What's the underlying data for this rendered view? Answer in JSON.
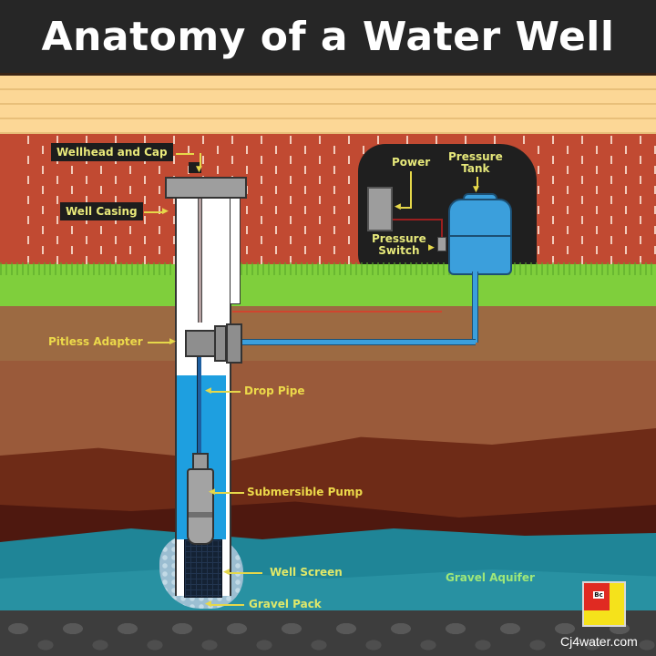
{
  "header": {
    "title": "Anatomy of a Water Well"
  },
  "labels": {
    "wellhead_and_cap": "Wellhead and Cap",
    "well_casing": "Well Casing",
    "power": "Power",
    "pressure_tank_line1": "Pressure",
    "pressure_tank_line2": "Tank",
    "pressure_switch_line1": "Pressure",
    "pressure_switch_line2": "Switch",
    "pitless_adapter": "Pitless Adapter",
    "drop_pipe": "Drop Pipe",
    "submersible_pump": "Submersible Pump",
    "well_screen": "Well Screen",
    "gravel_pack": "Gravel Pack",
    "gravel_aquifer": "Gravel Aquifer"
  },
  "branding": {
    "logo_mark": "Bc",
    "url": "Cj4water.com"
  },
  "colors": {
    "title_bg": "#262626",
    "title_text": "#ffffff",
    "label_text": "#ecd94a",
    "brick": "#c14a32",
    "siding": "#fcd796",
    "grass": "#7fcf3c",
    "water": "#1e9fe0",
    "tank": "#3b9fdc",
    "aquifer": "#1f8597",
    "bedrock": "#3d3d3d",
    "logo_red": "#e02a22",
    "logo_yellow": "#f5e21b"
  }
}
